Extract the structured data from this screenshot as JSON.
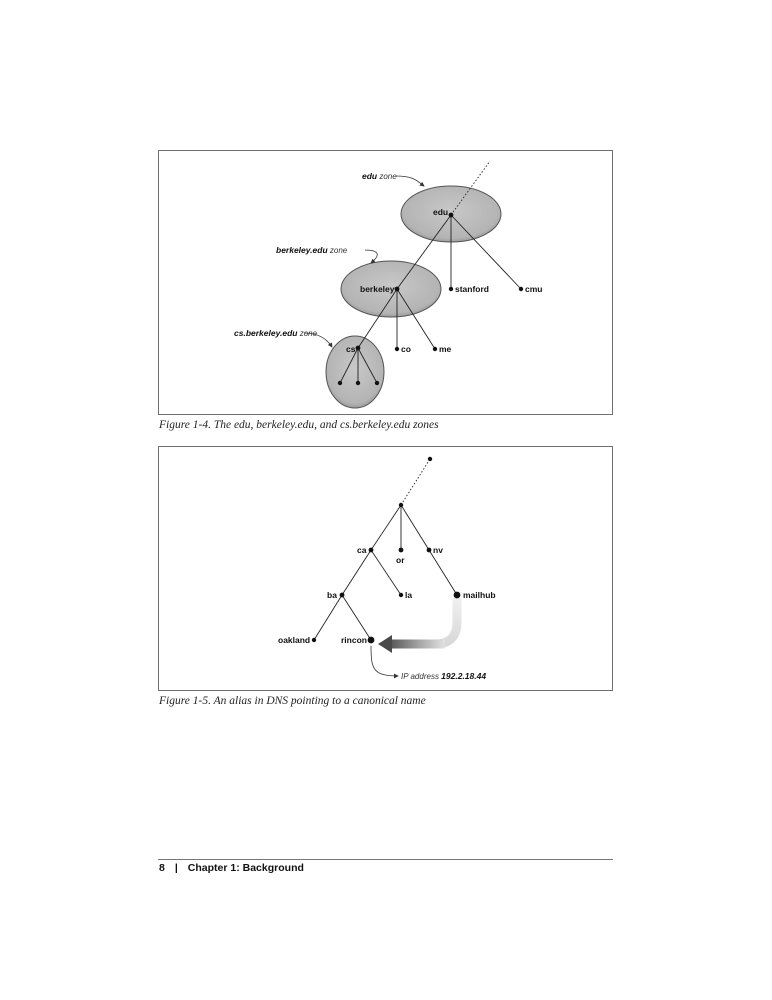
{
  "figure1": {
    "zones": [
      {
        "name": "edu",
        "suffix": " zone"
      },
      {
        "name": "berkeley.edu",
        "suffix": " zone"
      },
      {
        "name": "cs.berkeley.edu",
        "suffix": " zone"
      }
    ],
    "nodes": {
      "edu": "edu",
      "stanford": "stanford",
      "cmu": "cmu",
      "berkeley": "berkeley",
      "cs": "cs",
      "co": "co",
      "me": "me"
    },
    "caption": "Figure 1-4. The edu, berkeley.edu, and cs.berkeley.edu zones"
  },
  "figure2": {
    "nodes": {
      "ca": "ca",
      "or": "or",
      "nv": "nv",
      "ba": "ba",
      "la": "la",
      "mailhub": "mailhub",
      "oakland": "oakland",
      "rincon": "rincon"
    },
    "ip_label": "IP address ",
    "ip_value": "192.2.18.44",
    "caption": "Figure 1-5. An alias in DNS pointing to a canonical name"
  },
  "footer": {
    "page_number": "8",
    "separator": "|",
    "chapter": "Chapter 1:  Background"
  }
}
